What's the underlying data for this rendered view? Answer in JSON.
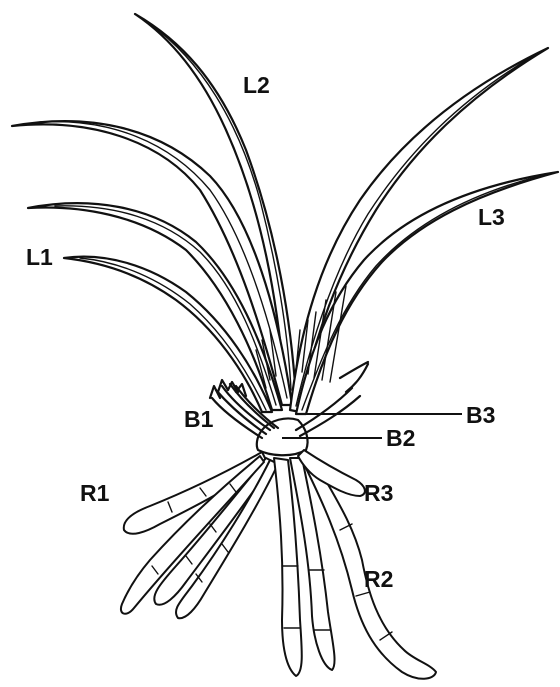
{
  "labels": {
    "l1": "L1",
    "l2": "L2",
    "l3": "L3",
    "b1": "B1",
    "b2": "B2",
    "b3": "B3",
    "r1": "R1",
    "r2": "R2",
    "r3": "R3"
  },
  "colors": {
    "ink": "#111111",
    "paper": "#ffffff"
  }
}
